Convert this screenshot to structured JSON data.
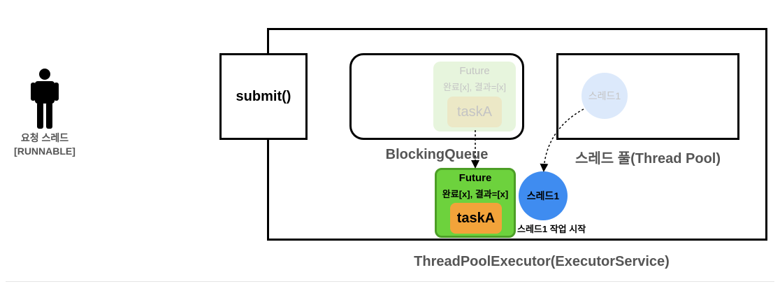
{
  "requester": {
    "name": "요청 스레드",
    "state": "[RUNNABLE]",
    "icon": "person-icon"
  },
  "submit": {
    "label": "submit()"
  },
  "queue": {
    "label": "BlockingQueue",
    "future": {
      "title": "Future",
      "status": "완료[x], 결과=[x]",
      "task": "taskA"
    }
  },
  "pool": {
    "label": "스레드 풀(Thread Pool)",
    "thread": "스레드1"
  },
  "active": {
    "future": {
      "title": "Future",
      "status": "완료[x], 결과=[x]",
      "task": "taskA"
    },
    "thread": "스레드1",
    "thread_caption": "스레드1 작업 시작"
  },
  "executor": {
    "label": "ThreadPoolExecutor(ExecutorService)"
  },
  "colors": {
    "future_active": "#6dd23d",
    "future_ghost": "#e7f5dd",
    "task_active": "#f2a33a",
    "task_ghost": "#ece8c6",
    "thread_active": "#3f8cf0",
    "thread_ghost": "#dce9fb"
  }
}
